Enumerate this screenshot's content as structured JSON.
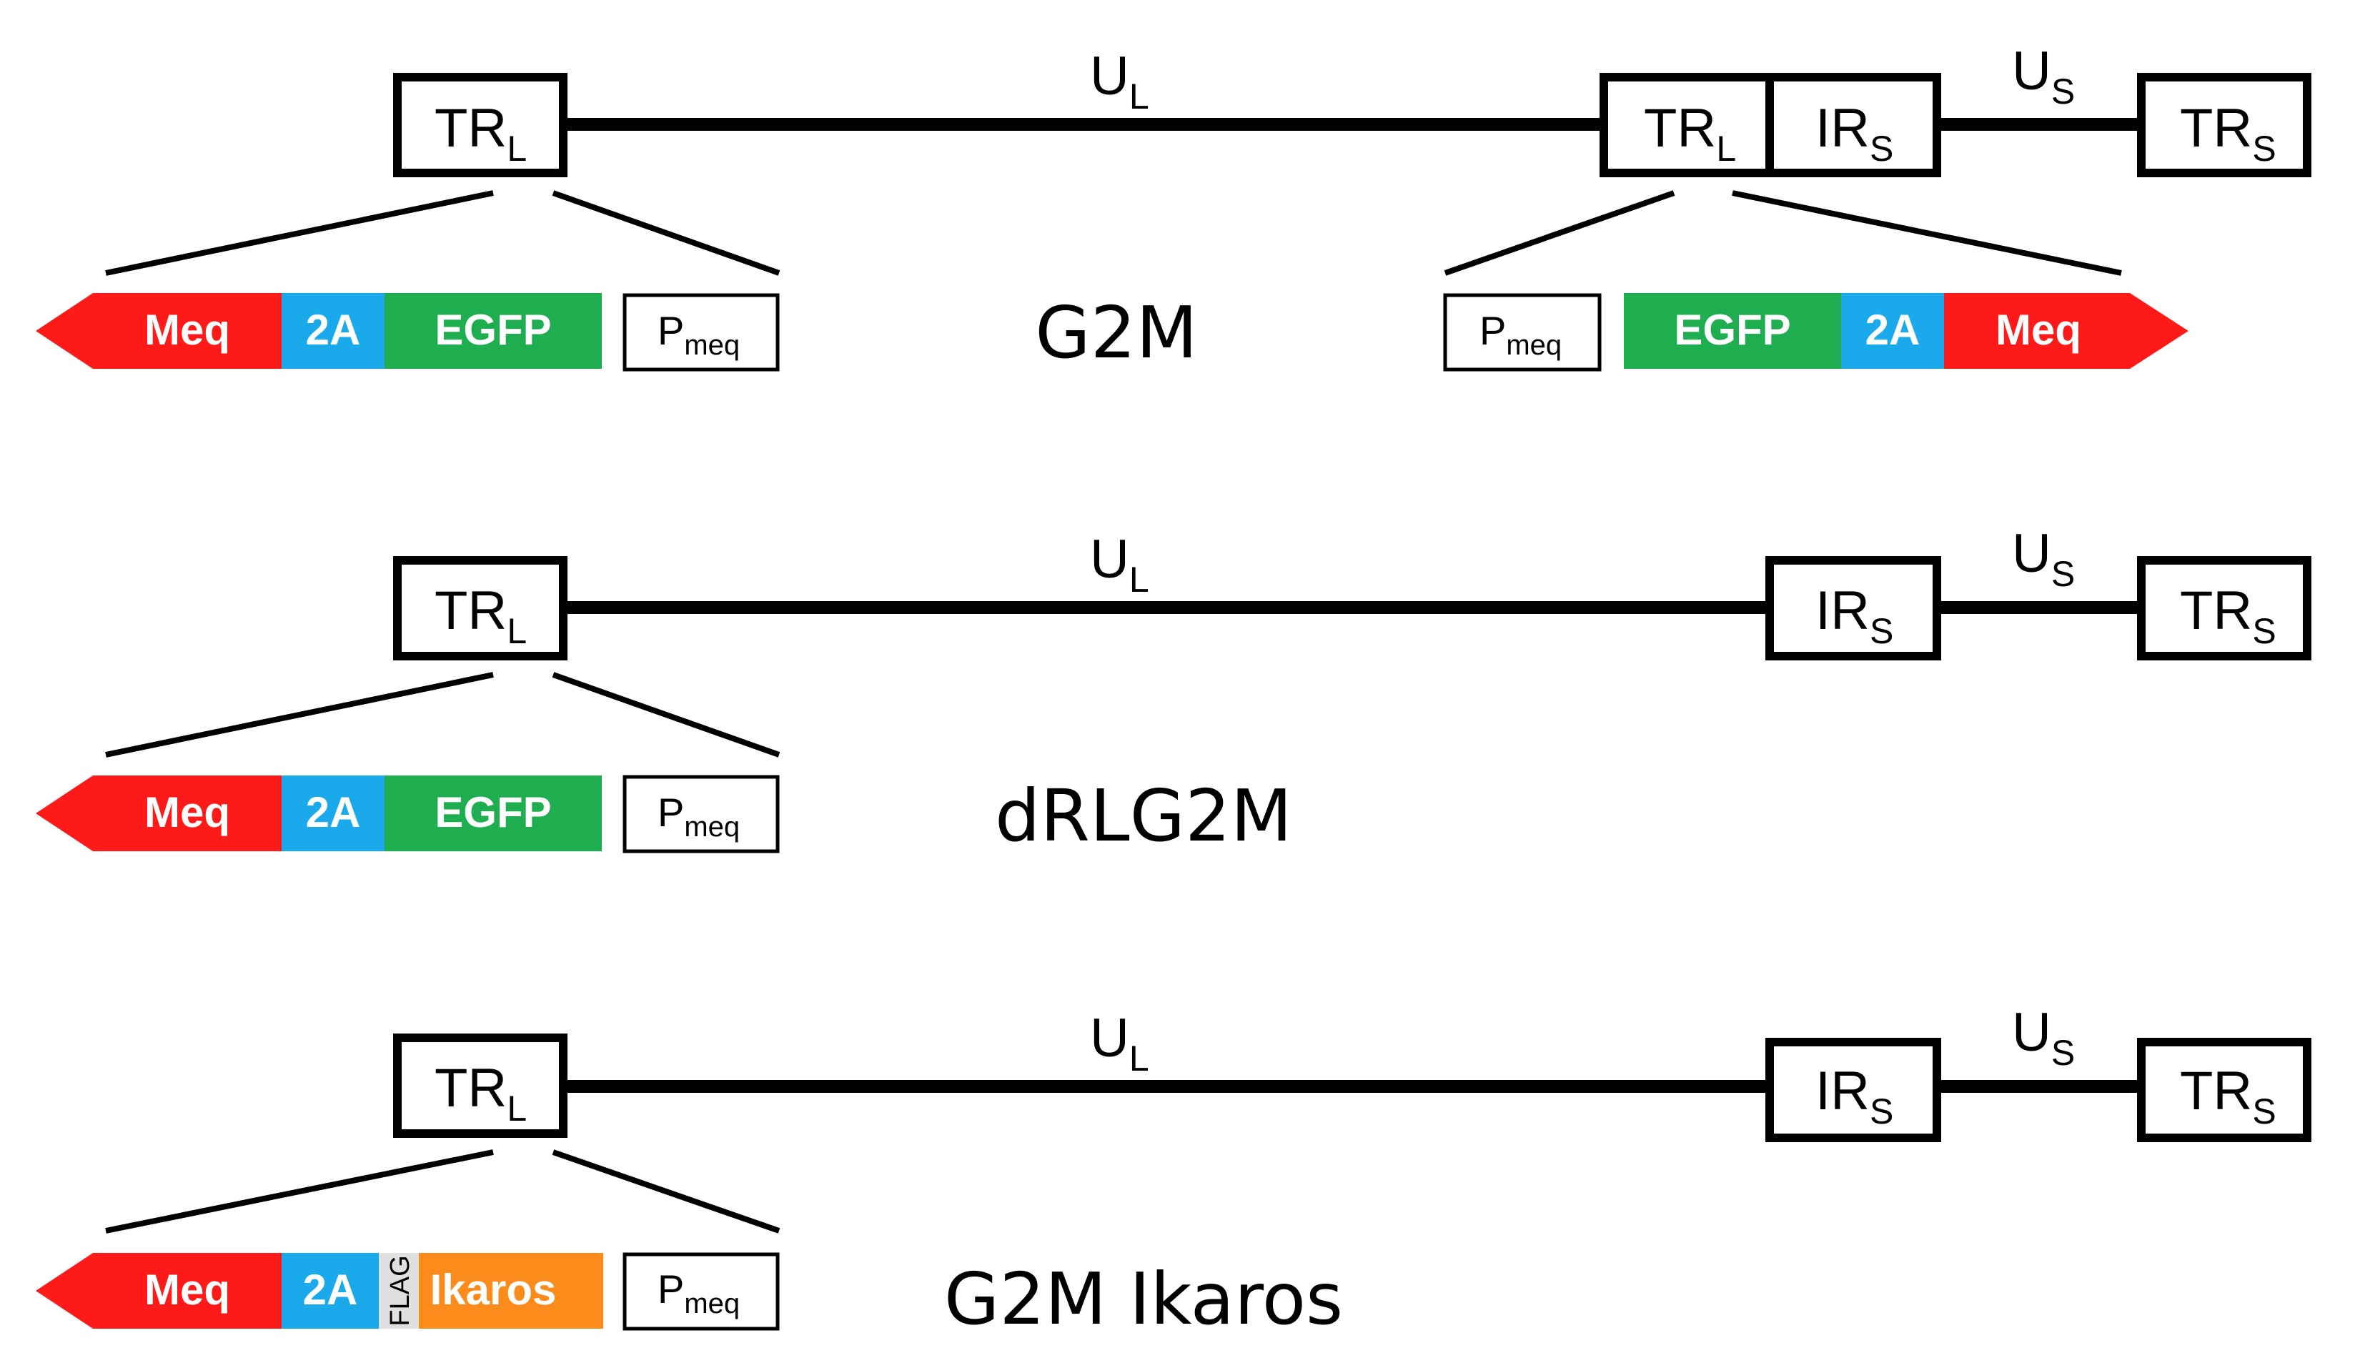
{
  "colors": {
    "meq": "#ff1a1a",
    "p2a": "#1aaaeb",
    "egfp": "#1fae4f",
    "ikaros": "#fb8c1c",
    "flag": "#e0e0e0",
    "line": "#000000"
  },
  "labels": {
    "u": "U",
    "l": "L",
    "s": "S",
    "tr": "TR",
    "ir": "IR",
    "p": "P",
    "meq_sub": "meq"
  },
  "cassette": {
    "meq": "Meq",
    "p2a": "2A",
    "egfp": "EGFP",
    "flag": "FLAG",
    "ikaros": "Ikaros"
  },
  "constructs": [
    {
      "id": "g2m",
      "name": "G2M"
    },
    {
      "id": "drlg2m",
      "name": "dRLG2M"
    },
    {
      "id": "g2m-ikaros",
      "name": "G2M Ikaros"
    }
  ]
}
